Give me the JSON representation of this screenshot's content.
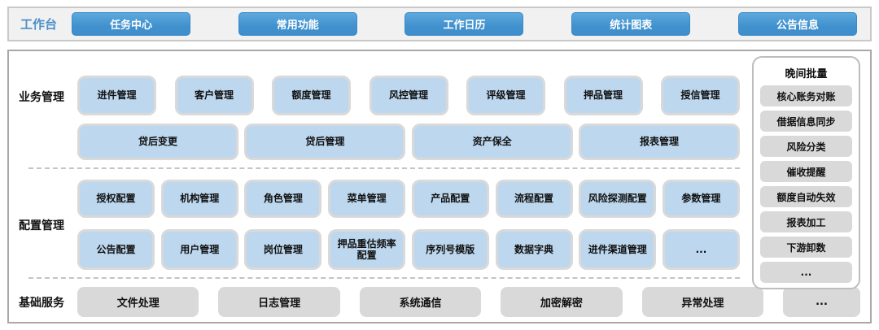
{
  "topbar": {
    "label": "工作台",
    "buttons": [
      "任务中心",
      "常用功能",
      "工作日历",
      "统计图表",
      "公告信息"
    ]
  },
  "sections": {
    "business": {
      "label": "业务管理",
      "row1": [
        "进件管理",
        "客户管理",
        "额度管理",
        "风控管理",
        "评级管理",
        "押品管理",
        "授信管理"
      ],
      "row2": [
        "贷后变更",
        "贷后管理",
        "资产保全",
        "报表管理"
      ]
    },
    "config": {
      "label": "配置管理",
      "row1": [
        "授权配置",
        "机构管理",
        "角色管理",
        "菜单管理",
        "产品配置",
        "流程配置",
        "风险探测配置",
        "参数管理"
      ],
      "row2": [
        "公告配置",
        "用户管理",
        "岗位管理",
        "押品重估频率配置",
        "序列号模版",
        "数据字典",
        "进件渠道管理",
        "..."
      ]
    },
    "base": {
      "label": "基础服务",
      "row": [
        "文件处理",
        "日志管理",
        "系统通信",
        "加密解密",
        "异常处理",
        "..."
      ]
    }
  },
  "sidebar": {
    "title": "晚间批量",
    "items": [
      "核心账务对账",
      "借据信息同步",
      "风险分类",
      "催收提醒",
      "额度自动失效",
      "报表加工",
      "下游卸数",
      "..."
    ]
  },
  "colors": {
    "accent_blue": "#4191ce",
    "module_blue": "#bdd7ee",
    "module_gray": "#d9d9d9",
    "label_blue": "#4a90c8"
  }
}
